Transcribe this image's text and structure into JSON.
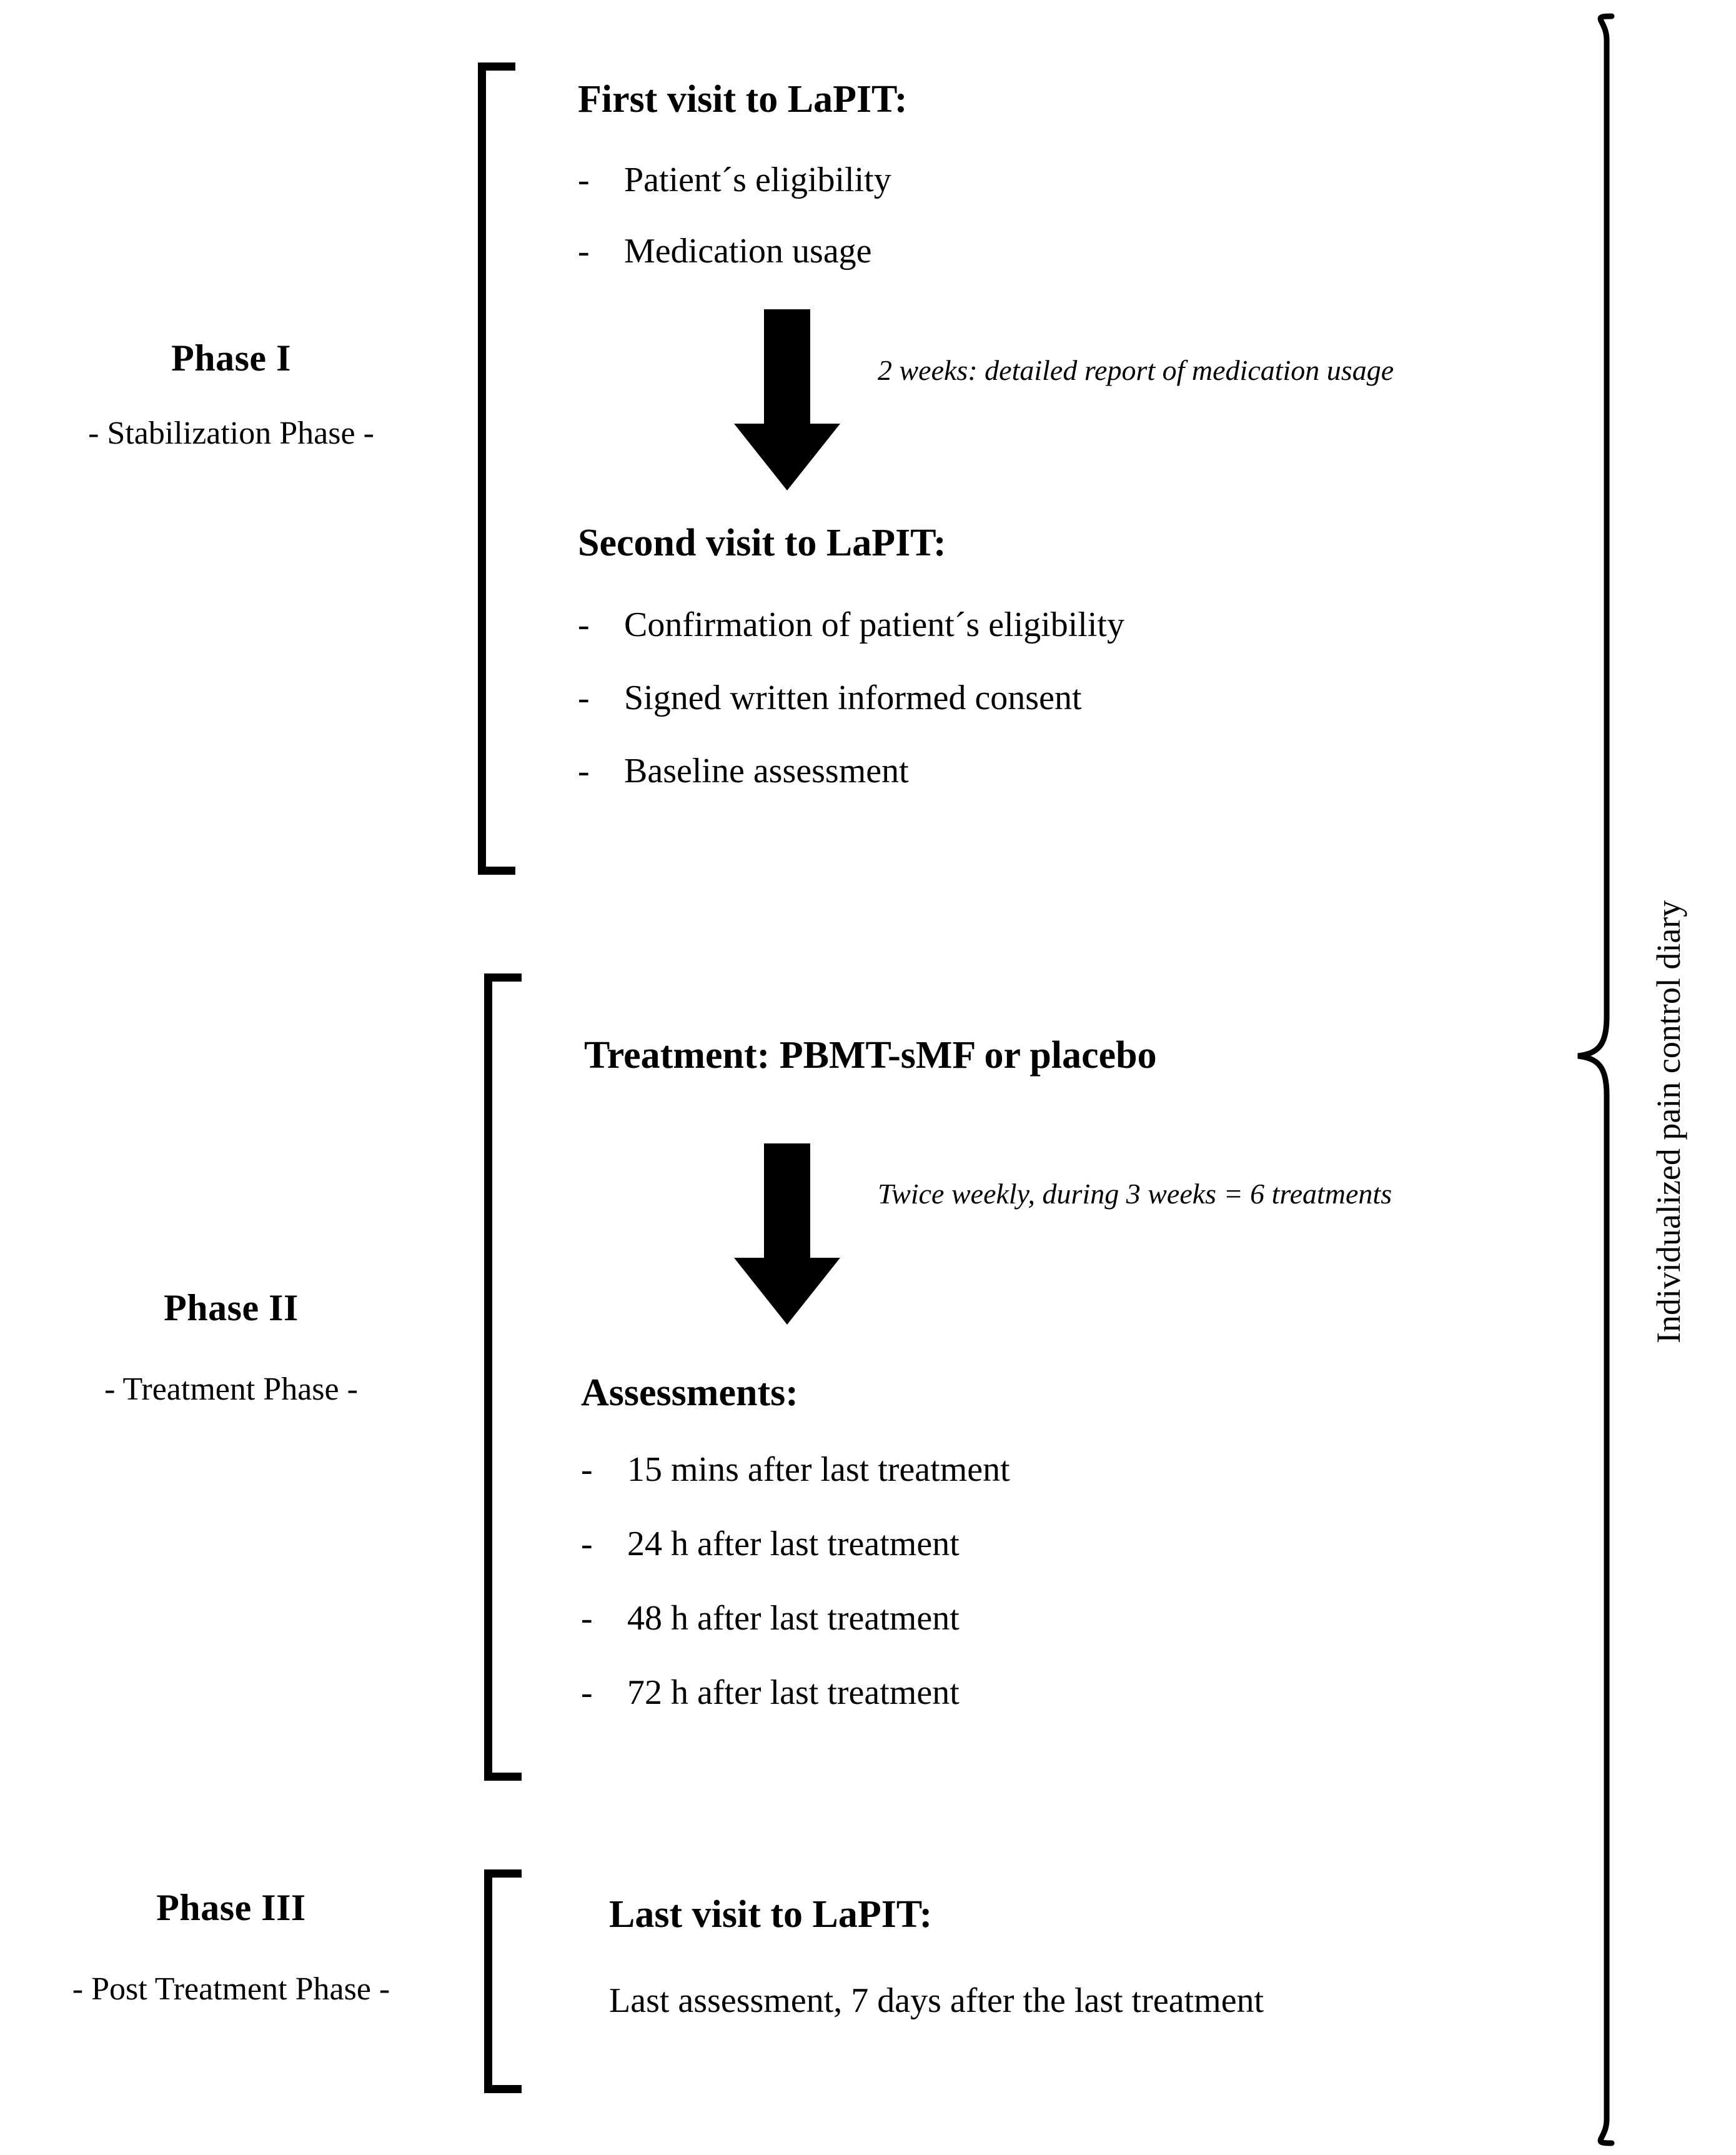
{
  "diagram": {
    "title_semantic": "clinical-trial-phase-flowchart",
    "overall_label": "Individualized pain control diary",
    "bullet_marker": "-",
    "phases": [
      {
        "id": "phase-1",
        "title": "Phase I",
        "subtitle": "- Stabilization Phase -",
        "steps": [
          {
            "heading": "First visit to LaPIT:",
            "bullets": [
              "Patient´s eligibility",
              "Medication usage"
            ]
          },
          {
            "heading": "Second visit to LaPIT:",
            "bullets": [
              "Confirmation of patient´s eligibility",
              "Signed written informed consent",
              "Baseline assessment"
            ]
          }
        ],
        "annotation": "2 weeks: detailed report of medication usage"
      },
      {
        "id": "phase-2",
        "title": "Phase II",
        "subtitle": "- Treatment Phase -",
        "steps": [
          {
            "heading": "Treatment: PBMT-sMF or placebo",
            "bullets": []
          },
          {
            "heading": "Assessments:",
            "bullets": [
              "15 mins after last treatment",
              "24 h after last treatment",
              "48 h after last treatment",
              "72 h after last treatment"
            ]
          }
        ],
        "annotation": "Twice weekly, during 3 weeks = 6 treatments"
      },
      {
        "id": "phase-3",
        "title": "Phase III",
        "subtitle": "- Post Treatment Phase -",
        "steps": [
          {
            "heading": "Last visit to LaPIT:",
            "bullets": [],
            "body": "Last assessment, 7 days after the last treatment"
          }
        ],
        "annotation": ""
      }
    ],
    "colors": {
      "ink": "#000000",
      "background": "#ffffff"
    }
  }
}
